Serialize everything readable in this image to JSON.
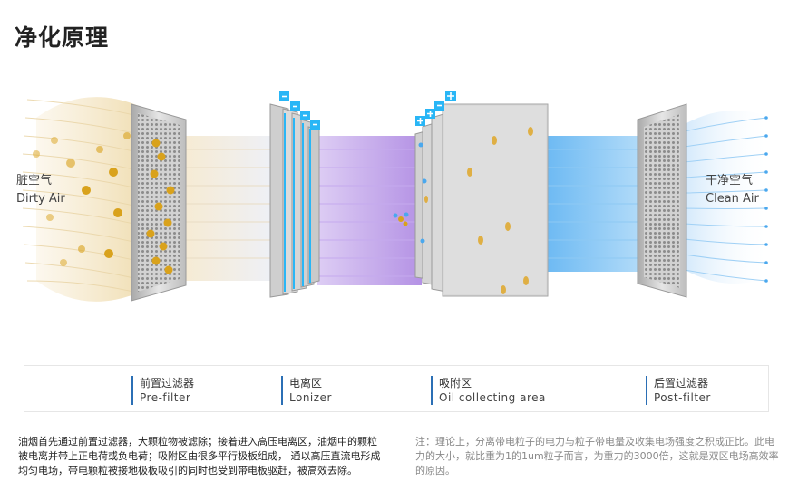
{
  "title": "净化原理",
  "labels": {
    "dirty_zh": "脏空气",
    "dirty_en": "Dirty Air",
    "clean_zh": "干净空气",
    "clean_en": "Clean Air"
  },
  "stages": [
    {
      "zh": "前置过滤器",
      "en": "Pre-filter"
    },
    {
      "zh": "电离区",
      "en": "Lonizer"
    },
    {
      "zh": "吸附区",
      "en": "Oil collecting area"
    },
    {
      "zh": "后置过滤器",
      "en": "Post-filter"
    }
  ],
  "descriptions": {
    "left": "油烟首先通过前置过滤器，大颗粒物被滤除；接着进入高压电离区，油烟中的颗粒被电离并带上正电荷或负电荷；吸附区由很多平行极板组成， 通以高压直流电形成均匀电场，带电颗粒被接地极板吸引的同时也受到带电板驱赶，被高效去除。",
    "right": "注：理论上，分离带电粒子的电力与粒子带电量及收集电场强度之积成正比。此电力的大小，就比重为1的1um粒子而言，为重力的3000倍，这就是双区电场高效率的原因。"
  },
  "icons": {
    "minus": "minus-icon",
    "plus": "plus-icon"
  },
  "colors": {
    "accent": "#2b6fb5",
    "dirty_flow": "#e7c98a",
    "ion_flow": "#b58be0",
    "clean_flow": "#4aa8ee",
    "particle": "#d9a21c",
    "electrode_tag": "#29b6f6"
  }
}
